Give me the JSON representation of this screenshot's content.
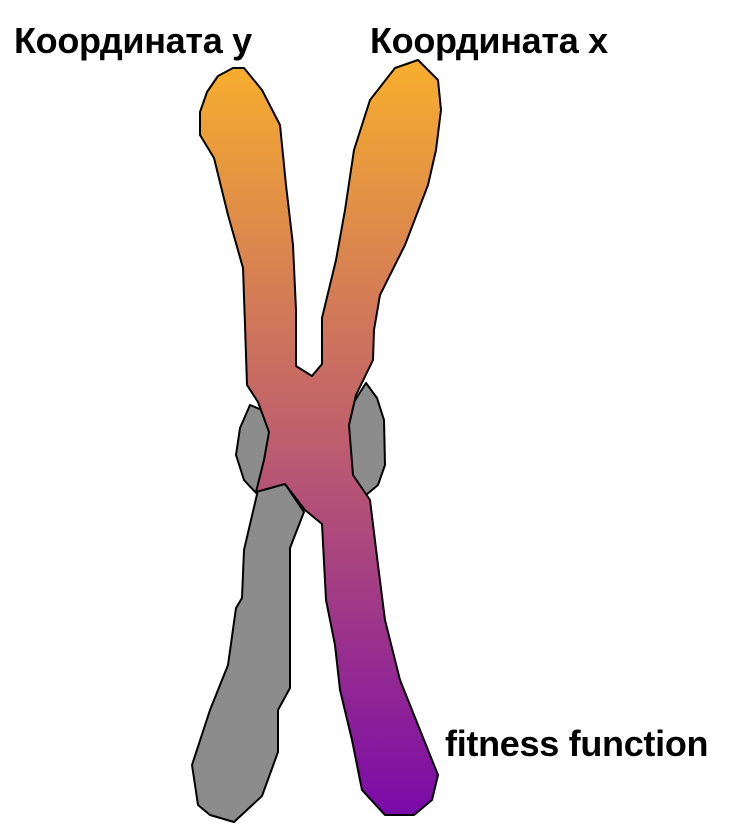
{
  "labels": {
    "coord_y": "Координата у",
    "coord_x": "Координата х",
    "fitness": "fitness function"
  },
  "colors": {
    "gradient_top": "#f7ad2e",
    "gradient_mid": "#be5e6e",
    "gradient_bottom": "#7a0aa8",
    "gray_part": "#8c8c8c",
    "outline": "#000000"
  }
}
